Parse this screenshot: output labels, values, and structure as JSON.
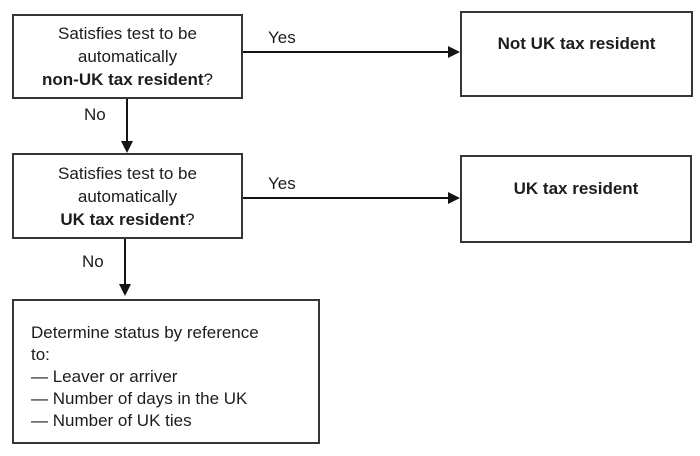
{
  "colors": {
    "background": "#ffffff",
    "box_border": "#363636",
    "text": "#1c1c1c",
    "arrow": "#141414"
  },
  "boxes": {
    "q1": {
      "line1": "Satisfies test to be",
      "line2": "automatically",
      "bold": "non-UK tax resident",
      "suffix": "?"
    },
    "r1": {
      "label": "Not UK tax resident"
    },
    "q2": {
      "line1": "Satisfies test to be",
      "line2": "automatically",
      "bold": "UK tax resident",
      "suffix": "?"
    },
    "r2": {
      "label": "UK tax resident"
    },
    "determine": {
      "lines": [
        "Determine status by reference",
        "to:",
        "— Leaver or arriver",
        "— Number of days in the UK",
        "— Number of UK ties"
      ]
    }
  },
  "edge_labels": {
    "yes1": "Yes",
    "no1": "No",
    "yes2": "Yes",
    "no2": "No"
  }
}
